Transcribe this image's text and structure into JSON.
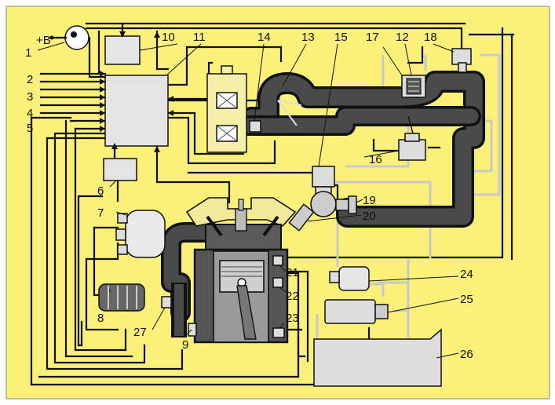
{
  "diagram": {
    "plus_b": "+B",
    "callouts": [
      {
        "id": "c1",
        "text": "1"
      },
      {
        "id": "c2",
        "text": "2"
      },
      {
        "id": "c3",
        "text": "3"
      },
      {
        "id": "c4",
        "text": "4"
      },
      {
        "id": "c5",
        "text": "5"
      },
      {
        "id": "c6",
        "text": "6"
      },
      {
        "id": "c7",
        "text": "7"
      },
      {
        "id": "c8",
        "text": "8"
      },
      {
        "id": "c9",
        "text": "9"
      },
      {
        "id": "c10",
        "text": "10"
      },
      {
        "id": "c11",
        "text": "11"
      },
      {
        "id": "c12",
        "text": "12"
      },
      {
        "id": "c13",
        "text": "13"
      },
      {
        "id": "c14",
        "text": "14"
      },
      {
        "id": "c15",
        "text": "15"
      },
      {
        "id": "c16",
        "text": "16"
      },
      {
        "id": "c17",
        "text": "17"
      },
      {
        "id": "c18",
        "text": "18"
      },
      {
        "id": "c19",
        "text": "19"
      },
      {
        "id": "c20",
        "text": "20"
      },
      {
        "id": "c21",
        "text": "21"
      },
      {
        "id": "c22",
        "text": "22"
      },
      {
        "id": "c23",
        "text": "23"
      },
      {
        "id": "c24",
        "text": "24"
      },
      {
        "id": "c25",
        "text": "25"
      },
      {
        "id": "c26",
        "text": "26"
      },
      {
        "id": "c27",
        "text": "27"
      }
    ]
  },
  "colors": {
    "background": "#fbf07a",
    "pipe_outline": "#111111",
    "pipe_fill": "#4a4a4a",
    "box_fill": "#e4e4e4"
  }
}
